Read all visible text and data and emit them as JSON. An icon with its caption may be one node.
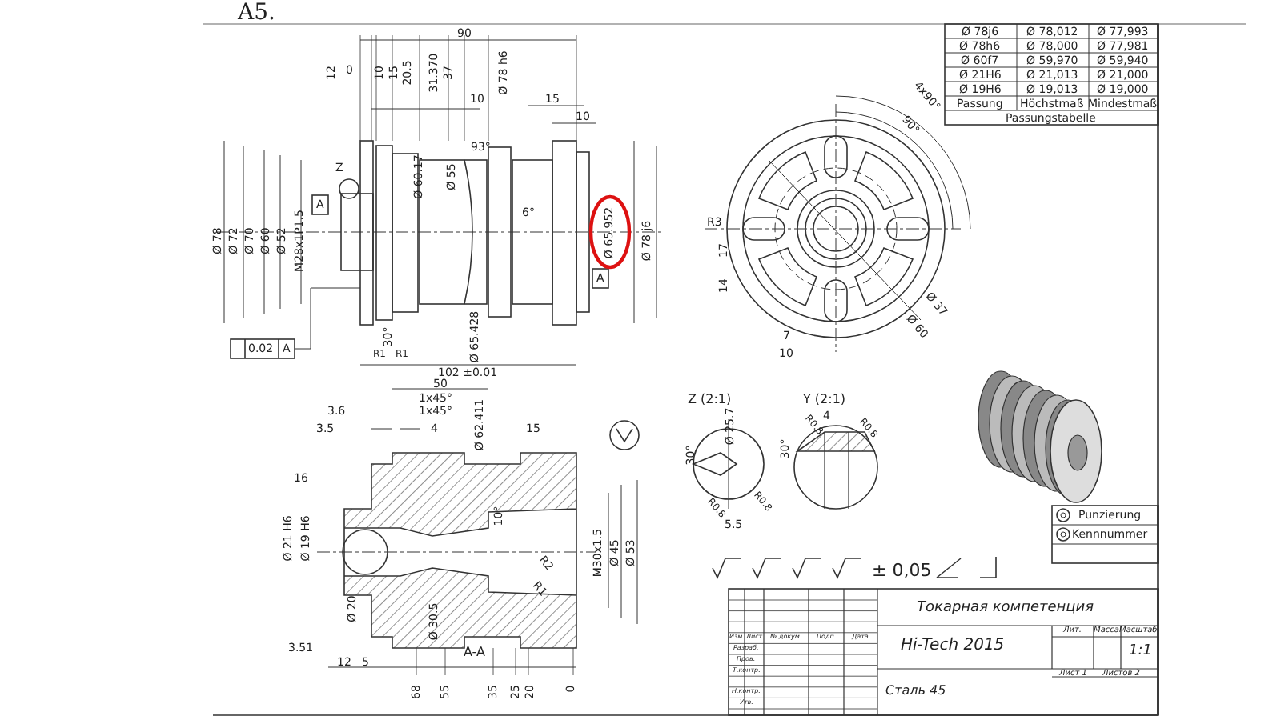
{
  "diagram": {
    "title": "A5.",
    "labels": [
      "90",
      "12",
      "0",
      "10",
      "15",
      "20.5",
      "31.370",
      "37",
      "Ø 78 h6",
      "10",
      "15",
      "10",
      "Ø 60.17",
      "Ø 55",
      "93°",
      "Z",
      "A",
      "M28x1P1.5",
      "Ø 78",
      "Ø 72",
      "Ø 70",
      "Ø 60",
      "Ø 52",
      "6°",
      "Ø 65.952",
      "Ø 78 j6",
      "A",
      "0.02",
      "A",
      "30°",
      "R1",
      "R1",
      "Ø 65.428",
      "102 ±0.01",
      "Ø 78j6",
      "Ø 78,012",
      "Ø 77,993",
      "Ø 78h6",
      "Ø 78,000",
      "Ø 77,981",
      "Ø 60f7",
      "Ø 59,970",
      "Ø 59,940",
      "Ø 21H6",
      "Ø 21,013",
      "Ø 21,000",
      "Ø 19H6",
      "Ø 19,013",
      "Ø 19,000",
      "Passung",
      "Höchstmaß",
      "Mindestmaß",
      "Passungstabelle",
      "4x90°",
      "90°",
      "R3",
      "17",
      "14",
      "Ø 37",
      "Ø 60",
      "7",
      "10",
      "50",
      "1x45°",
      "3.6",
      "1x45°",
      "3.5",
      "4",
      "Ø 62.411",
      "15",
      "16",
      "Ø 21 H6",
      "Ø 19 H6",
      "Ø 20",
      "10°",
      "M30x1.5",
      "Ø 45",
      "Ø 53",
      "R2",
      "R1",
      "3.51",
      "12",
      "5",
      "Ø 30.5",
      "A-A",
      "68",
      "55",
      "35",
      "25",
      "20",
      "0",
      "Z (2:1)",
      "Y (2:1)",
      "Ø 25.7",
      "30°",
      "R0.8",
      "5.5",
      "R0.8",
      "4",
      "30°",
      "R0.8",
      "R0.8",
      "± 0,05",
      "Изм.",
      "Лист",
      "№ докум.",
      "Подп.",
      "Дата",
      "Разраб.",
      "Пров.",
      "Т.контр.",
      "Н.контр.",
      "Утв.",
      "Токарная компетенция",
      "Лит.",
      "Масса",
      "Масштаб",
      "Hi-Tech 2015",
      "1:1",
      "Лист 1",
      "Листов 2",
      "Сталь 45"
    ],
    "legend": [
      {
        "text": "Punzierung"
      },
      {
        "text": "Kennnummer"
      }
    ]
  }
}
